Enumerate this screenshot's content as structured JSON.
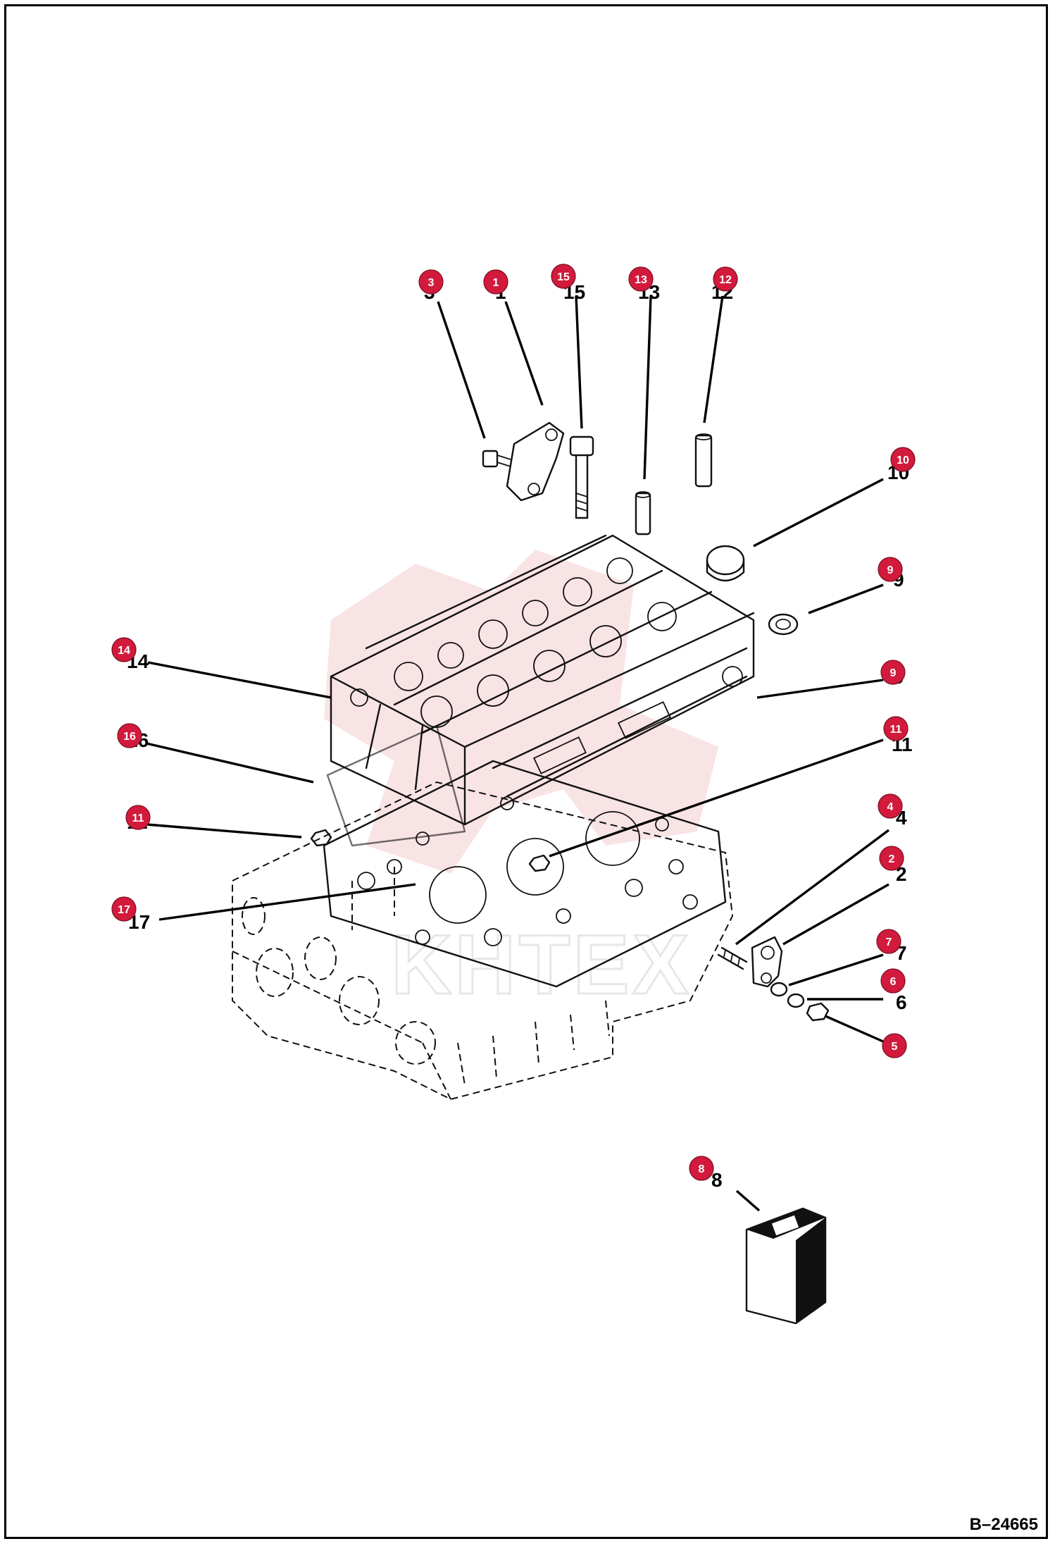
{
  "figure": {
    "reference_code": "B–24665",
    "watermark": "KHTEX"
  },
  "callouts": [
    {
      "id": "c3",
      "label": "3"
    },
    {
      "id": "c1",
      "label": "1"
    },
    {
      "id": "c15",
      "label": "15"
    },
    {
      "id": "c13",
      "label": "13"
    },
    {
      "id": "c12",
      "label": "12"
    },
    {
      "id": "c10",
      "label": "10"
    },
    {
      "id": "c9a",
      "label": "9"
    },
    {
      "id": "c14",
      "label": "14"
    },
    {
      "id": "c9b",
      "label": "9"
    },
    {
      "id": "c16",
      "label": "16"
    },
    {
      "id": "c11a",
      "label": "11"
    },
    {
      "id": "c11b",
      "label": "11"
    },
    {
      "id": "c4",
      "label": "4"
    },
    {
      "id": "c2",
      "label": "2"
    },
    {
      "id": "c17",
      "label": "17"
    },
    {
      "id": "c7",
      "label": "7"
    },
    {
      "id": "c6",
      "label": "6"
    },
    {
      "id": "c5",
      "label": "5"
    },
    {
      "id": "c8",
      "label": "8"
    }
  ],
  "printed_numbers": [
    "3",
    "1",
    "15",
    "13",
    "12",
    "10",
    "9",
    "14",
    "9",
    "16",
    "11",
    "11",
    "4",
    "2",
    "17",
    "7",
    "6",
    "5",
    "8"
  ]
}
